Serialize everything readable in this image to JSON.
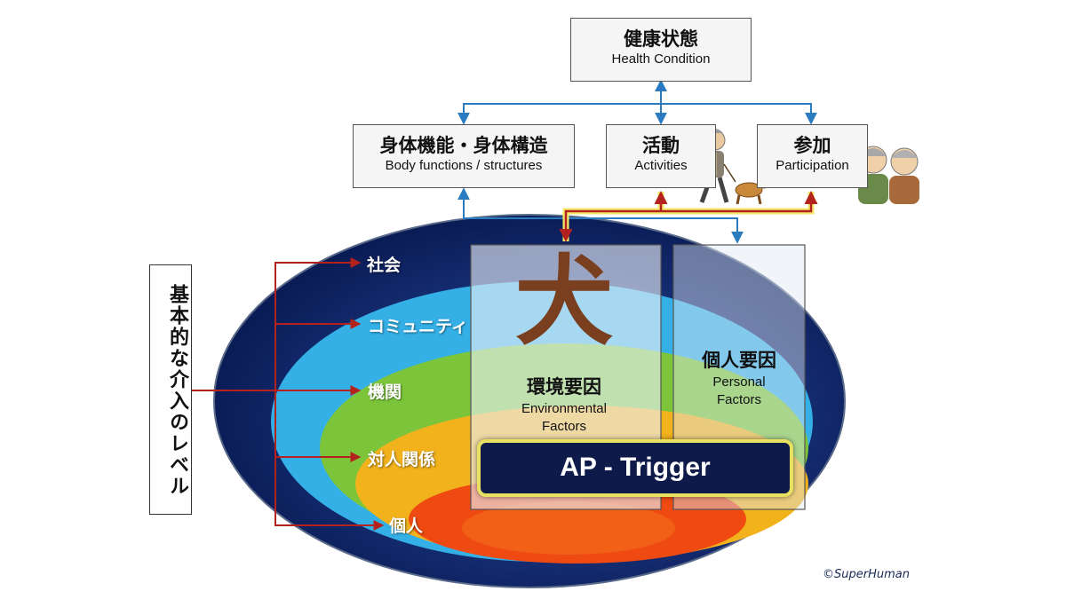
{
  "health_condition": {
    "jp": "健康状態",
    "en": "Health Condition"
  },
  "body_functions": {
    "jp": "身体機能・身体構造",
    "en": "Body functions / structures"
  },
  "activities": {
    "jp": "活動",
    "en": "Activities"
  },
  "participation": {
    "jp": "参加",
    "en": "Participation"
  },
  "intervention_levels": {
    "title": "基本的な介入のレベル",
    "levels": [
      "社会",
      "コミュニティ",
      "機関",
      "対人関係",
      "個人"
    ]
  },
  "environmental": {
    "symbol": "犬",
    "jp": "環境要因",
    "en_line1": "Environmental",
    "en_line2": "Factors"
  },
  "personal": {
    "jp": "個人要因",
    "en_line1": "Personal",
    "en_line2": "Factors"
  },
  "trigger": {
    "label": "AP - Trigger"
  },
  "credit": "©SuperHuman",
  "colors": {
    "society": "#0b1f5c",
    "community": "#2fa8e0",
    "institution": "#7cc53a",
    "interpersonal": "#f2b21c",
    "individual": "#ee4a12",
    "connector_blue": "#2a7bbf",
    "connector_red": "#b3221c",
    "trigger_border": "#e8e060",
    "dog_symbol": "#7a3f1e"
  }
}
